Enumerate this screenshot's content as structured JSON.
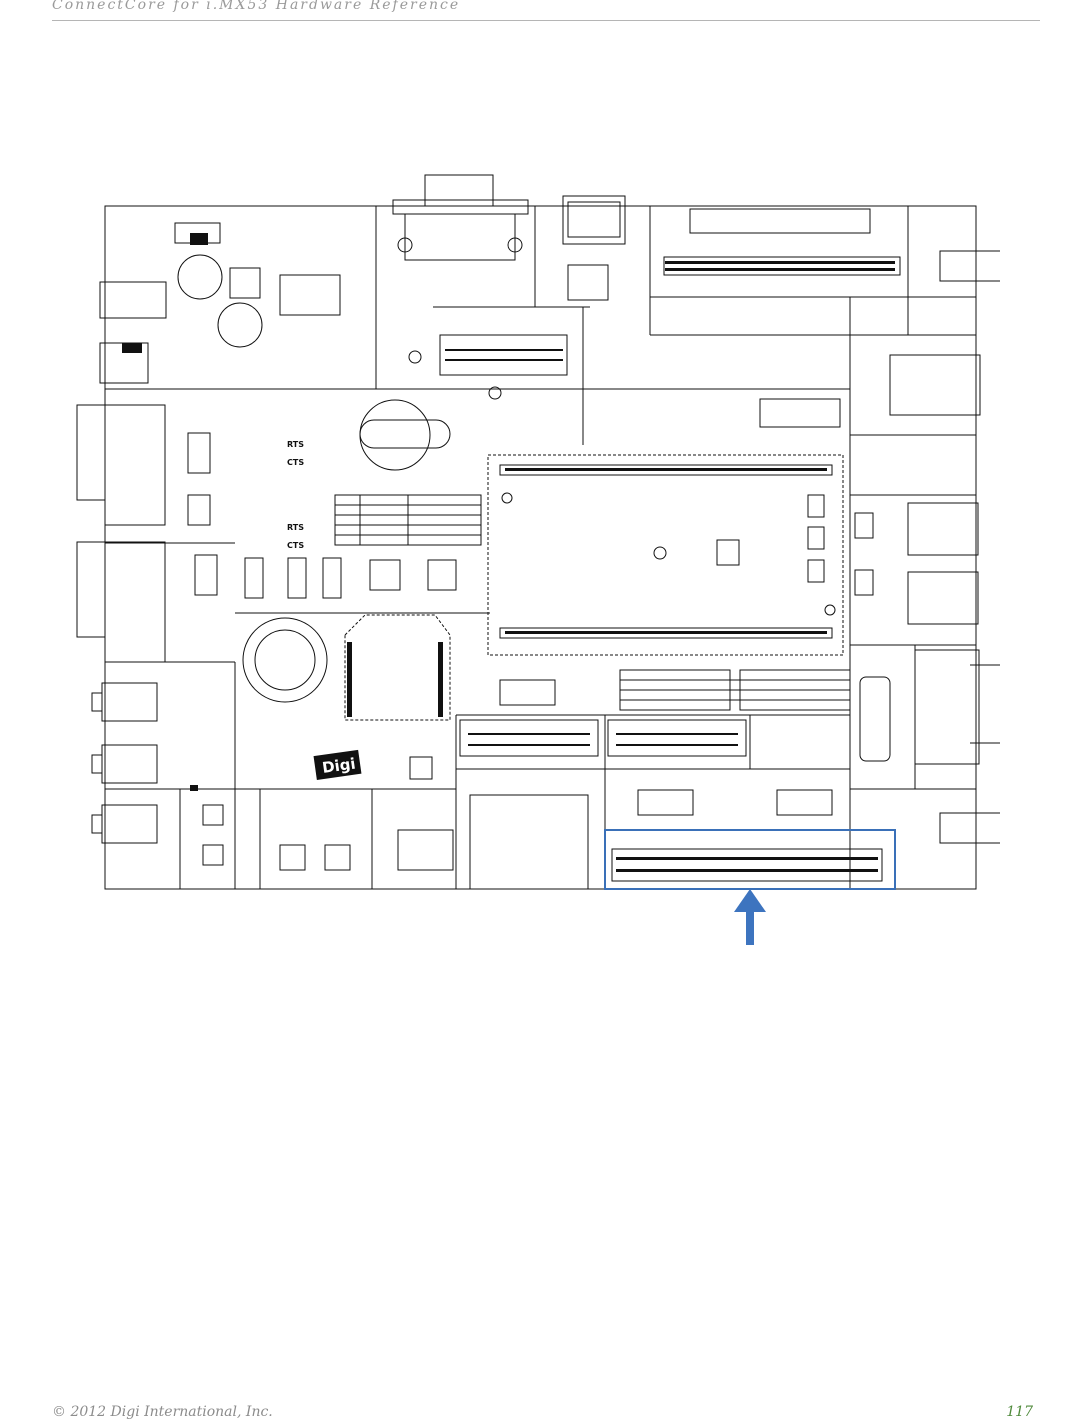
{
  "header": {
    "title": "ConnectCore for i.MX53 Hardware Reference"
  },
  "figure": {
    "silkscreen": {
      "rts": "RTS",
      "cts": "CTS",
      "logo": "Digi"
    },
    "colors": {
      "line": "#111111",
      "highlight": "#3a70b8",
      "arrow": "#3d74bf"
    },
    "icons": [
      "up-arrow-icon",
      "circuit-board-diagram"
    ]
  },
  "footer": {
    "copyright": "© 2012 Digi International, Inc.",
    "page_number": "117"
  }
}
